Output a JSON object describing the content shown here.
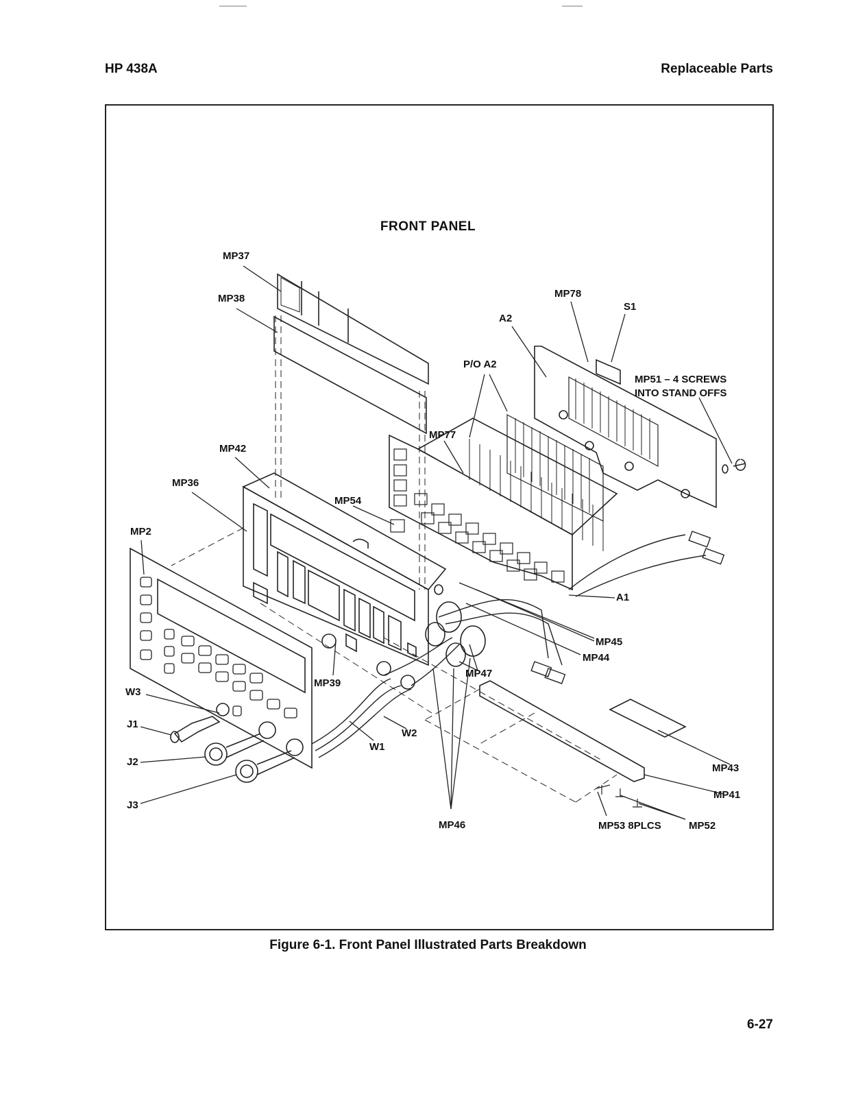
{
  "header": {
    "left": "HP 438A",
    "right": "Replaceable Parts"
  },
  "diagram": {
    "title": "FRONT PANEL",
    "labels": {
      "mp37": "MP37",
      "mp38": "MP38",
      "mp78": "MP78",
      "s1": "S1",
      "a2": "A2",
      "poa2": "P/O A2",
      "mp51a": "MP51 – 4 SCREWS",
      "mp51b": "INTO STAND OFFS",
      "mp77": "MP77",
      "mp42": "MP42",
      "mp36": "MP36",
      "mp54": "MP54",
      "mp2": "MP2",
      "a1": "A1",
      "mp45": "MP45",
      "mp44": "MP44",
      "mp47": "MP47",
      "mp39": "MP39",
      "w3": "W3",
      "j1": "J1",
      "w2": "W2",
      "w1": "W1",
      "j2": "J2",
      "j3": "J3",
      "mp43": "MP43",
      "mp41": "MP41",
      "mp46": "MP46",
      "mp53": "MP53 8PLCS",
      "mp52": "MP52"
    }
  },
  "caption": "Figure 6-1. Front Panel Illustrated Parts Breakdown",
  "page_number": "6-27"
}
